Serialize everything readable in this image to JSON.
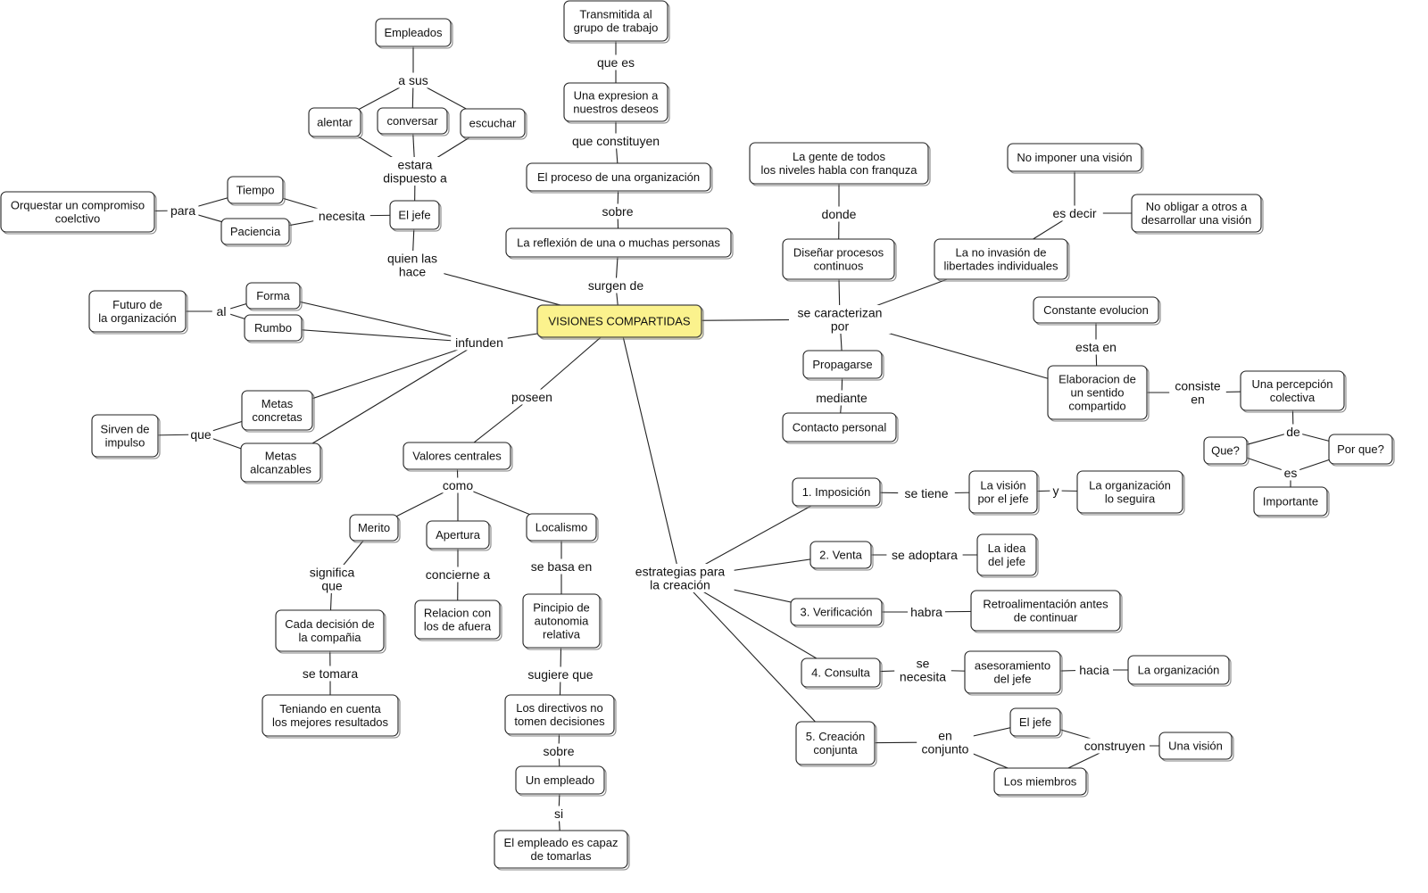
{
  "diagram": {
    "nodes": [
      {
        "id": "central",
        "lines": [
          "VISIONES COMPARTIDAS"
        ],
        "central": true
      },
      {
        "id": "transmitida",
        "lines": [
          "Transmitida al",
          "grupo de trabajo"
        ]
      },
      {
        "id": "expresion",
        "lines": [
          "Una expresion a",
          "nuestros deseos"
        ]
      },
      {
        "id": "proceso",
        "lines": [
          "El proceso de una organización"
        ]
      },
      {
        "id": "reflexion",
        "lines": [
          "La reflexión de una o muchas personas"
        ]
      },
      {
        "id": "empleados",
        "lines": [
          "Empleados"
        ]
      },
      {
        "id": "alentar",
        "lines": [
          "alentar"
        ]
      },
      {
        "id": "conversar",
        "lines": [
          "conversar"
        ]
      },
      {
        "id": "escuchar",
        "lines": [
          "escuchar"
        ]
      },
      {
        "id": "eljefe1",
        "lines": [
          "El jefe"
        ]
      },
      {
        "id": "tiempo",
        "lines": [
          "Tiempo"
        ]
      },
      {
        "id": "paciencia",
        "lines": [
          "Paciencia"
        ]
      },
      {
        "id": "orquestar",
        "lines": [
          "Orquestar un compromiso",
          "coelctivo"
        ]
      },
      {
        "id": "futuro",
        "lines": [
          "Futuro de",
          "la organización"
        ]
      },
      {
        "id": "forma",
        "lines": [
          "Forma"
        ]
      },
      {
        "id": "rumbo",
        "lines": [
          "Rumbo"
        ]
      },
      {
        "id": "metasconc",
        "lines": [
          "Metas",
          "concretas"
        ]
      },
      {
        "id": "metasalc",
        "lines": [
          "Metas",
          "alcanzables"
        ]
      },
      {
        "id": "sirven",
        "lines": [
          "Sirven de",
          "impulso"
        ]
      },
      {
        "id": "valores",
        "lines": [
          "Valores centrales"
        ]
      },
      {
        "id": "merito",
        "lines": [
          "Merito"
        ]
      },
      {
        "id": "apertura",
        "lines": [
          "Apertura"
        ]
      },
      {
        "id": "localismo",
        "lines": [
          "Localismo"
        ]
      },
      {
        "id": "cadadecision",
        "lines": [
          "Cada decisión de",
          "la compañia"
        ]
      },
      {
        "id": "teniando",
        "lines": [
          "Teniando en cuenta",
          "los mejores resultados"
        ]
      },
      {
        "id": "relacion",
        "lines": [
          "Relacion con",
          "los de afuera"
        ]
      },
      {
        "id": "principio",
        "lines": [
          "Pincipio de",
          "autonomia",
          "relativa"
        ]
      },
      {
        "id": "directivos",
        "lines": [
          "Los directivos no",
          "tomen decisiones"
        ]
      },
      {
        "id": "unempleado",
        "lines": [
          "Un empleado"
        ]
      },
      {
        "id": "empleadocapaz",
        "lines": [
          "El empleado es capaz",
          "de tomarlas"
        ]
      },
      {
        "id": "gente",
        "lines": [
          "La gente de todos",
          "los niveles habla con franquza"
        ]
      },
      {
        "id": "disenar",
        "lines": [
          "Diseñar procesos",
          "continuos"
        ]
      },
      {
        "id": "propagarse",
        "lines": [
          "Propagarse"
        ]
      },
      {
        "id": "contacto",
        "lines": [
          "Contacto personal"
        ]
      },
      {
        "id": "noimponer",
        "lines": [
          "No imponer una visión"
        ]
      },
      {
        "id": "noobligar",
        "lines": [
          "No obligar a otros a",
          "desarrollar una visión"
        ]
      },
      {
        "id": "noinvasion",
        "lines": [
          "La no invasión de",
          "libertades individuales"
        ]
      },
      {
        "id": "constante",
        "lines": [
          "Constante evolucion"
        ]
      },
      {
        "id": "elaboracion",
        "lines": [
          "Elaboracion de",
          "un sentido",
          "compartido"
        ]
      },
      {
        "id": "percepcion",
        "lines": [
          "Una percepción",
          "colectiva"
        ]
      },
      {
        "id": "que",
        "lines": [
          "Que?"
        ]
      },
      {
        "id": "porque",
        "lines": [
          "Por que?"
        ]
      },
      {
        "id": "importante",
        "lines": [
          "Importante"
        ]
      },
      {
        "id": "imposicion",
        "lines": [
          "1. Imposición"
        ]
      },
      {
        "id": "visionjefe",
        "lines": [
          "La visión",
          "por el jefe"
        ]
      },
      {
        "id": "orgseguira",
        "lines": [
          "La organización",
          "lo seguira"
        ]
      },
      {
        "id": "venta",
        "lines": [
          "2. Venta"
        ]
      },
      {
        "id": "ideajefe",
        "lines": [
          "La idea",
          "del jefe"
        ]
      },
      {
        "id": "verificacion",
        "lines": [
          "3. Verificación"
        ]
      },
      {
        "id": "retro",
        "lines": [
          "Retroalimentación antes",
          "de continuar"
        ]
      },
      {
        "id": "consulta",
        "lines": [
          "4. Consulta"
        ]
      },
      {
        "id": "asesoramiento",
        "lines": [
          "asesoramiento",
          "del jefe"
        ]
      },
      {
        "id": "laorganizacion",
        "lines": [
          "La organización"
        ]
      },
      {
        "id": "creacion",
        "lines": [
          "5. Creación",
          "conjunta"
        ]
      },
      {
        "id": "eljefe2",
        "lines": [
          "El jefe"
        ]
      },
      {
        "id": "miembros",
        "lines": [
          "Los miembros"
        ]
      },
      {
        "id": "unavision",
        "lines": [
          "Una visión"
        ]
      }
    ],
    "links": [
      {
        "id": "l_quees",
        "lines": [
          "que es"
        ]
      },
      {
        "id": "l_queconst",
        "lines": [
          "que constituyen"
        ]
      },
      {
        "id": "l_sobre1",
        "lines": [
          "sobre"
        ]
      },
      {
        "id": "l_surgen",
        "lines": [
          "surgen de"
        ]
      },
      {
        "id": "l_asus",
        "lines": [
          "a sus"
        ]
      },
      {
        "id": "l_estara",
        "lines": [
          "estara",
          "dispuesto a"
        ]
      },
      {
        "id": "l_necesita",
        "lines": [
          "necesita"
        ]
      },
      {
        "id": "l_para",
        "lines": [
          "para"
        ]
      },
      {
        "id": "l_quien",
        "lines": [
          "quien las",
          "hace"
        ]
      },
      {
        "id": "l_al",
        "lines": [
          "al"
        ]
      },
      {
        "id": "l_infunden",
        "lines": [
          "infunden"
        ]
      },
      {
        "id": "l_que",
        "lines": [
          "que"
        ]
      },
      {
        "id": "l_poseen",
        "lines": [
          "poseen"
        ]
      },
      {
        "id": "l_como",
        "lines": [
          "como"
        ]
      },
      {
        "id": "l_significa",
        "lines": [
          "significa",
          "que"
        ]
      },
      {
        "id": "l_setomara",
        "lines": [
          "se tomara"
        ]
      },
      {
        "id": "l_concierne",
        "lines": [
          "concierne a"
        ]
      },
      {
        "id": "l_sebasa",
        "lines": [
          "se basa en"
        ]
      },
      {
        "id": "l_sugiere",
        "lines": [
          "sugiere que"
        ]
      },
      {
        "id": "l_sobre2",
        "lines": [
          "sobre"
        ]
      },
      {
        "id": "l_si",
        "lines": [
          "si"
        ]
      },
      {
        "id": "l_donde",
        "lines": [
          "donde"
        ]
      },
      {
        "id": "l_secaract",
        "lines": [
          "se caracterizan",
          "por"
        ]
      },
      {
        "id": "l_mediante",
        "lines": [
          "mediante"
        ]
      },
      {
        "id": "l_esdecir",
        "lines": [
          "es decir"
        ]
      },
      {
        "id": "l_estaen",
        "lines": [
          "esta en"
        ]
      },
      {
        "id": "l_consiste",
        "lines": [
          "consiste",
          "en"
        ]
      },
      {
        "id": "l_de",
        "lines": [
          "de"
        ]
      },
      {
        "id": "l_es",
        "lines": [
          "es"
        ]
      },
      {
        "id": "l_estrategias",
        "lines": [
          "estrategias para",
          "la creación"
        ]
      },
      {
        "id": "l_setiene",
        "lines": [
          "se tiene"
        ]
      },
      {
        "id": "l_y",
        "lines": [
          "y"
        ]
      },
      {
        "id": "l_seadoptara",
        "lines": [
          "se adoptara"
        ]
      },
      {
        "id": "l_habra",
        "lines": [
          "habra"
        ]
      },
      {
        "id": "l_senecesita",
        "lines": [
          "se",
          "necesita"
        ]
      },
      {
        "id": "l_hacia",
        "lines": [
          "hacia"
        ]
      },
      {
        "id": "l_enconjunto",
        "lines": [
          "en",
          "conjunto"
        ]
      },
      {
        "id": "l_construyen",
        "lines": [
          "construyen"
        ]
      }
    ],
    "edges": [
      [
        "transmitida",
        "l_quees"
      ],
      [
        "l_quees",
        "expresion"
      ],
      [
        "expresion",
        "l_queconst"
      ],
      [
        "l_queconst",
        "proceso"
      ],
      [
        "proceso",
        "l_sobre1"
      ],
      [
        "l_sobre1",
        "reflexion"
      ],
      [
        "reflexion",
        "l_surgen"
      ],
      [
        "l_surgen",
        "central"
      ],
      [
        "empleados",
        "l_asus"
      ],
      [
        "l_asus",
        "alentar"
      ],
      [
        "l_asus",
        "conversar"
      ],
      [
        "l_asus",
        "escuchar"
      ],
      [
        "alentar",
        "l_estara"
      ],
      [
        "conversar",
        "l_estara"
      ],
      [
        "escuchar",
        "l_estara"
      ],
      [
        "l_estara",
        "eljefe1"
      ],
      [
        "eljefe1",
        "l_necesita"
      ],
      [
        "l_necesita",
        "tiempo"
      ],
      [
        "l_necesita",
        "paciencia"
      ],
      [
        "tiempo",
        "l_para"
      ],
      [
        "paciencia",
        "l_para"
      ],
      [
        "l_para",
        "orquestar"
      ],
      [
        "eljefe1",
        "l_quien"
      ],
      [
        "l_quien",
        "central"
      ],
      [
        "futuro",
        "l_al"
      ],
      [
        "l_al",
        "forma"
      ],
      [
        "l_al",
        "rumbo"
      ],
      [
        "forma",
        "l_infunden"
      ],
      [
        "rumbo",
        "l_infunden"
      ],
      [
        "l_infunden",
        "central"
      ],
      [
        "l_infunden",
        "metasconc"
      ],
      [
        "l_infunden",
        "metasalc"
      ],
      [
        "metasconc",
        "l_que"
      ],
      [
        "metasalc",
        "l_que"
      ],
      [
        "l_que",
        "sirven"
      ],
      [
        "central",
        "l_poseen"
      ],
      [
        "l_poseen",
        "valores"
      ],
      [
        "valores",
        "l_como"
      ],
      [
        "l_como",
        "merito"
      ],
      [
        "l_como",
        "apertura"
      ],
      [
        "l_como",
        "localismo"
      ],
      [
        "merito",
        "l_significa"
      ],
      [
        "l_significa",
        "cadadecision"
      ],
      [
        "cadadecision",
        "l_setomara"
      ],
      [
        "l_setomara",
        "teniando"
      ],
      [
        "apertura",
        "l_concierne"
      ],
      [
        "l_concierne",
        "relacion"
      ],
      [
        "localismo",
        "l_sebasa"
      ],
      [
        "l_sebasa",
        "principio"
      ],
      [
        "principio",
        "l_sugiere"
      ],
      [
        "l_sugiere",
        "directivos"
      ],
      [
        "directivos",
        "l_sobre2"
      ],
      [
        "l_sobre2",
        "unempleado"
      ],
      [
        "unempleado",
        "l_si"
      ],
      [
        "l_si",
        "empleadocapaz"
      ],
      [
        "central",
        "l_secaract"
      ],
      [
        "l_secaract",
        "disenar"
      ],
      [
        "disenar",
        "l_donde"
      ],
      [
        "l_donde",
        "gente"
      ],
      [
        "l_secaract",
        "propagarse"
      ],
      [
        "propagarse",
        "l_mediante"
      ],
      [
        "l_mediante",
        "contacto"
      ],
      [
        "l_secaract",
        "noinvasion"
      ],
      [
        "noinvasion",
        "l_esdecir"
      ],
      [
        "l_esdecir",
        "noimponer"
      ],
      [
        "l_esdecir",
        "noobligar"
      ],
      [
        "l_secaract",
        "elaboracion"
      ],
      [
        "elaboracion",
        "l_estaen"
      ],
      [
        "l_estaen",
        "constante"
      ],
      [
        "elaboracion",
        "l_consiste"
      ],
      [
        "l_consiste",
        "percepcion"
      ],
      [
        "percepcion",
        "l_de"
      ],
      [
        "l_de",
        "que"
      ],
      [
        "l_de",
        "porque"
      ],
      [
        "que",
        "l_es"
      ],
      [
        "porque",
        "l_es"
      ],
      [
        "l_es",
        "importante"
      ],
      [
        "central",
        "l_estrategias"
      ],
      [
        "l_estrategias",
        "imposicion"
      ],
      [
        "l_estrategias",
        "venta"
      ],
      [
        "l_estrategias",
        "verificacion"
      ],
      [
        "l_estrategias",
        "consulta"
      ],
      [
        "l_estrategias",
        "creacion"
      ],
      [
        "imposicion",
        "l_setiene"
      ],
      [
        "l_setiene",
        "visionjefe"
      ],
      [
        "visionjefe",
        "l_y"
      ],
      [
        "l_y",
        "orgseguira"
      ],
      [
        "venta",
        "l_seadoptara"
      ],
      [
        "l_seadoptara",
        "ideajefe"
      ],
      [
        "verificacion",
        "l_habra"
      ],
      [
        "l_habra",
        "retro"
      ],
      [
        "consulta",
        "l_senecesita"
      ],
      [
        "l_senecesita",
        "asesoramiento"
      ],
      [
        "asesoramiento",
        "l_hacia"
      ],
      [
        "l_hacia",
        "laorganizacion"
      ],
      [
        "creacion",
        "l_enconjunto"
      ],
      [
        "l_enconjunto",
        "eljefe2"
      ],
      [
        "l_enconjunto",
        "miembros"
      ],
      [
        "eljefe2",
        "l_construyen"
      ],
      [
        "miembros",
        "l_construyen"
      ],
      [
        "l_construyen",
        "unavision"
      ]
    ]
  }
}
